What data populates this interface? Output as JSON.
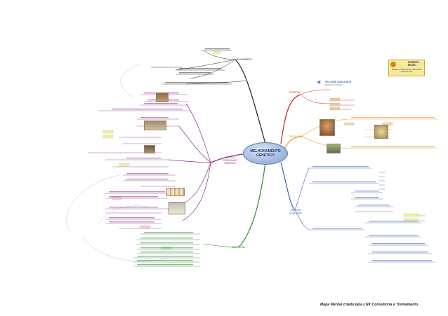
{
  "center": {
    "line1": "MELHORAMENTO",
    "line2": "GENÉTICO"
  },
  "branches": {
    "left_label": {
      "line1": "FATORES",
      "line2": "ESSENCIAIS",
      "line3": "GENÉTICA"
    },
    "right_top_label": "GENÉTICA",
    "right_bottom_label": {
      "line1": "VELLORE",
      "line2": "QUALIDADE"
    },
    "bottom_label": "ADAPTAÇÃO",
    "top_label": "CRUZAMENTO",
    "right_small_label": "PRODUÇÃO"
  },
  "badge": {
    "title": "ROBERTO",
    "subtitle": "BRUNO",
    "caption": "Método e conhecimento na Pecuária moderna 2012"
  },
  "logo_vq": {
    "name": "VELLORE QUALIDADE",
    "sub": "Melhoramento Genético"
  },
  "footer": "Mapa Mental criado pela LNK Consultoria e Treinamento",
  "colors": {
    "purple": "#8a2b8a",
    "black": "#222222",
    "red": "#c8202a",
    "orange": "#e8962a",
    "blue": "#3a5fb0",
    "green": "#2d8a2d",
    "center": "#7f9dcc"
  }
}
